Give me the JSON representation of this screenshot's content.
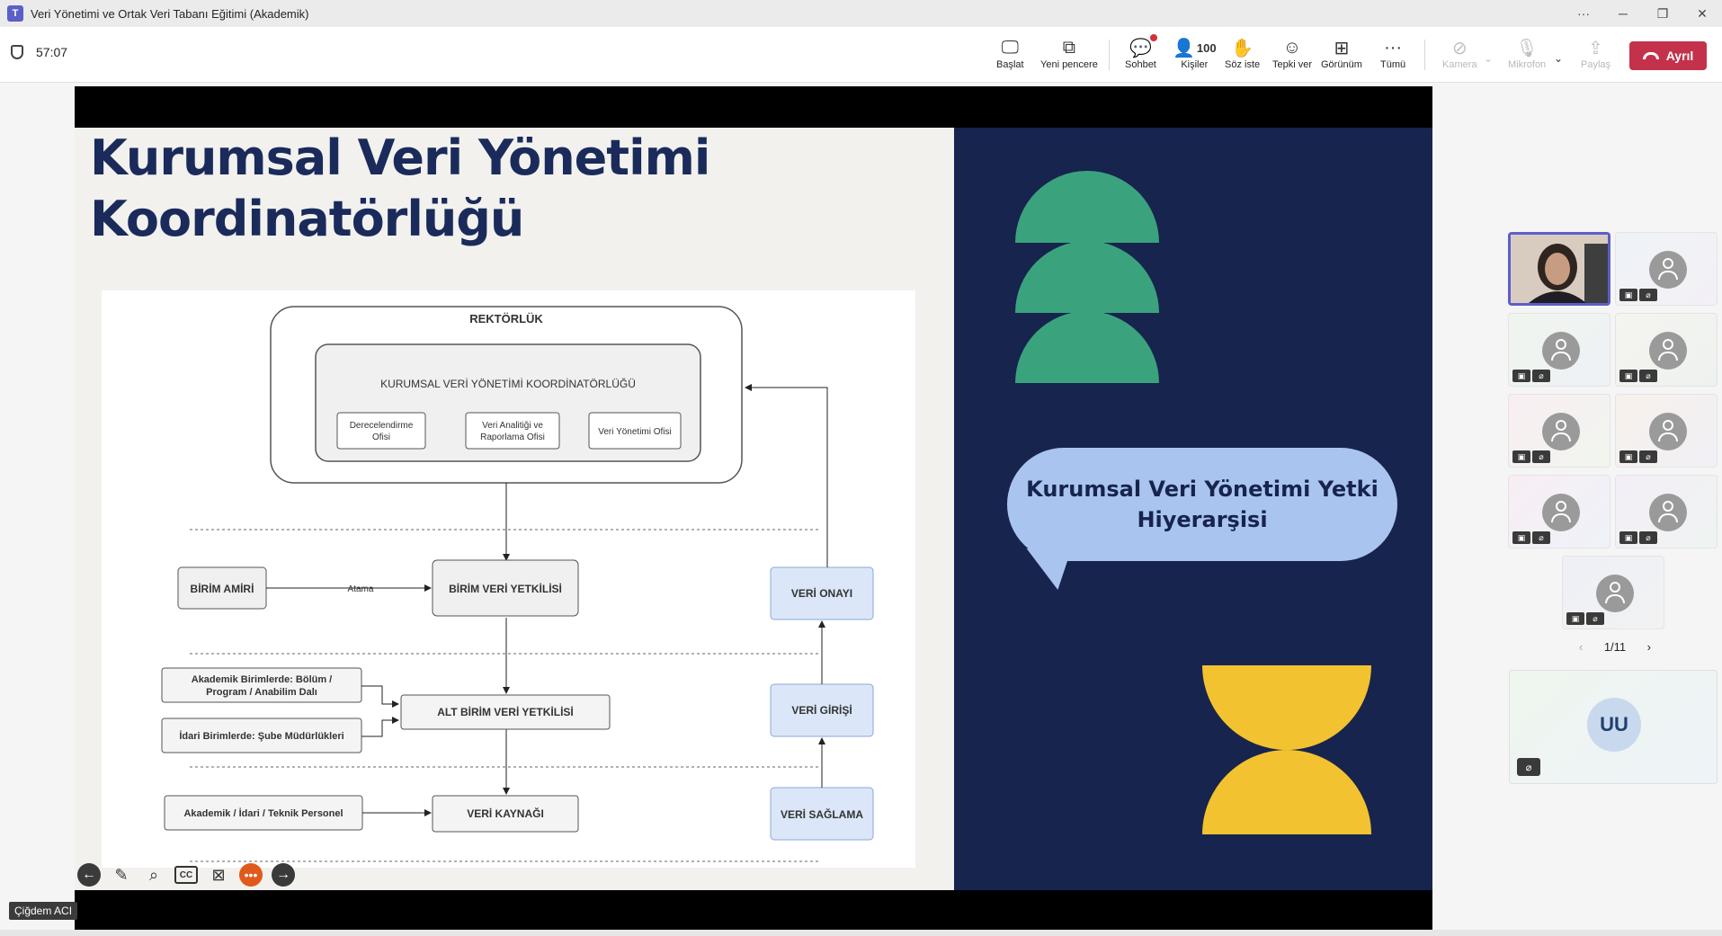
{
  "window": {
    "title": "Veri Yönetimi ve Ortak Veri Tabanı Eğitimi (Akademik)",
    "app_icon": "teams-icon",
    "controls": {
      "more": "···",
      "minimize": "─",
      "restore": "❐",
      "close": "✕"
    }
  },
  "meeting": {
    "timer": "57:07",
    "toolbar": {
      "start": "Başlat",
      "new_window": "Yeni pencere",
      "chat": "Sohbet",
      "people": "Kişiler",
      "people_count": "100",
      "raise_hand": "Söz iste",
      "react": "Tepki ver",
      "view": "Görünüm",
      "more": "Tümü",
      "camera": "Kamera",
      "mic": "Mikrofon",
      "share": "Paylaş",
      "leave": "Ayrıl"
    },
    "colors": {
      "leave": "#c4314b",
      "accent": "#5b5fc7"
    }
  },
  "slide": {
    "title_line1": "Kurumsal Veri Yönetimi",
    "title_line2": "Koordinatörlüğü",
    "bubble_text": "Kurumsal Veri Yönetimi Yetki Hiyerarşisi",
    "colors": {
      "dark": "#17244d",
      "green": "#3aa37e",
      "yellow": "#f2c230",
      "bubble": "#a9c5ef"
    },
    "diagram": {
      "rektorluk": "REKTÖRLÜK",
      "kvyk": "KURUMSAL VERİ YÖNETİMİ KOORDİNATÖRLÜĞÜ",
      "office1_l1": "Derecelendirme",
      "office1_l2": "Ofisi",
      "office2_l1": "Veri Analitiği ve",
      "office2_l2": "Raporlama Ofisi",
      "office3": "Veri Yönetimi Ofisi",
      "birim_amiri": "BİRİM AMİRİ",
      "atama": "Atama",
      "birim_veri_yetkilisi": "BİRİM VERİ YETKİLİSİ",
      "veri_onayi": "VERİ ONAYI",
      "akademik_l1": "Akademik Birimlerde: Bölüm /",
      "akademik_l2": "Program / Anabilim Dalı",
      "idari": "İdari Birimlerde: Şube Müdürlükleri",
      "alt_birim": "ALT BİRİM VERİ YETKİLİSİ",
      "veri_girisi": "VERİ GİRİŞİ",
      "personel": "Akademik / İdari / Teknik Personel",
      "veri_kaynagi": "VERİ KAYNAĞI",
      "veri_saglama": "VERİ SAĞLAMA"
    }
  },
  "presenter": {
    "name": "Çiğdem ACI"
  },
  "participants": {
    "pager": "1/11",
    "uu_initials": "UU"
  }
}
